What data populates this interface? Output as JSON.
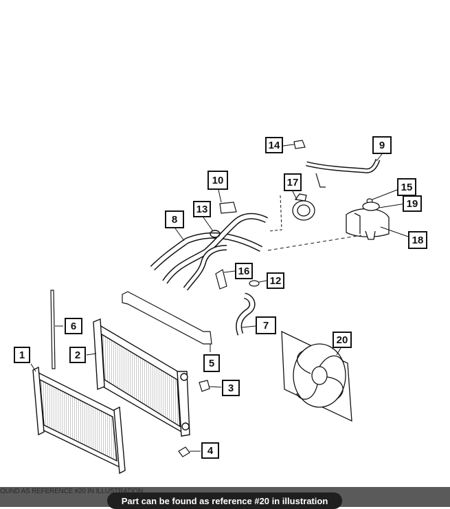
{
  "callouts": [
    {
      "id": "c1",
      "label": "1"
    },
    {
      "id": "c2",
      "label": "2"
    },
    {
      "id": "c3",
      "label": "3"
    },
    {
      "id": "c4",
      "label": "4"
    },
    {
      "id": "c5",
      "label": "5"
    },
    {
      "id": "c6",
      "label": "6"
    },
    {
      "id": "c7",
      "label": "7"
    },
    {
      "id": "c8",
      "label": "8"
    },
    {
      "id": "c9",
      "label": "9"
    },
    {
      "id": "c10",
      "label": "10"
    },
    {
      "id": "c12",
      "label": "12"
    },
    {
      "id": "c13",
      "label": "13"
    },
    {
      "id": "c14",
      "label": "14"
    },
    {
      "id": "c15",
      "label": "15"
    },
    {
      "id": "c16",
      "label": "16"
    },
    {
      "id": "c17",
      "label": "17"
    },
    {
      "id": "c18",
      "label": "18"
    },
    {
      "id": "c19",
      "label": "19"
    },
    {
      "id": "c20",
      "label": "20"
    }
  ],
  "footer": {
    "ghost_text": "OUND AS REFERENCE #20 IN ILLUSTRATION",
    "pill_text": "Part can be found as reference #20 in illustration"
  },
  "colors": {
    "line": "#111111",
    "footer_bg": "#5a5a5a",
    "pill_bg": "#1f1f1f"
  }
}
